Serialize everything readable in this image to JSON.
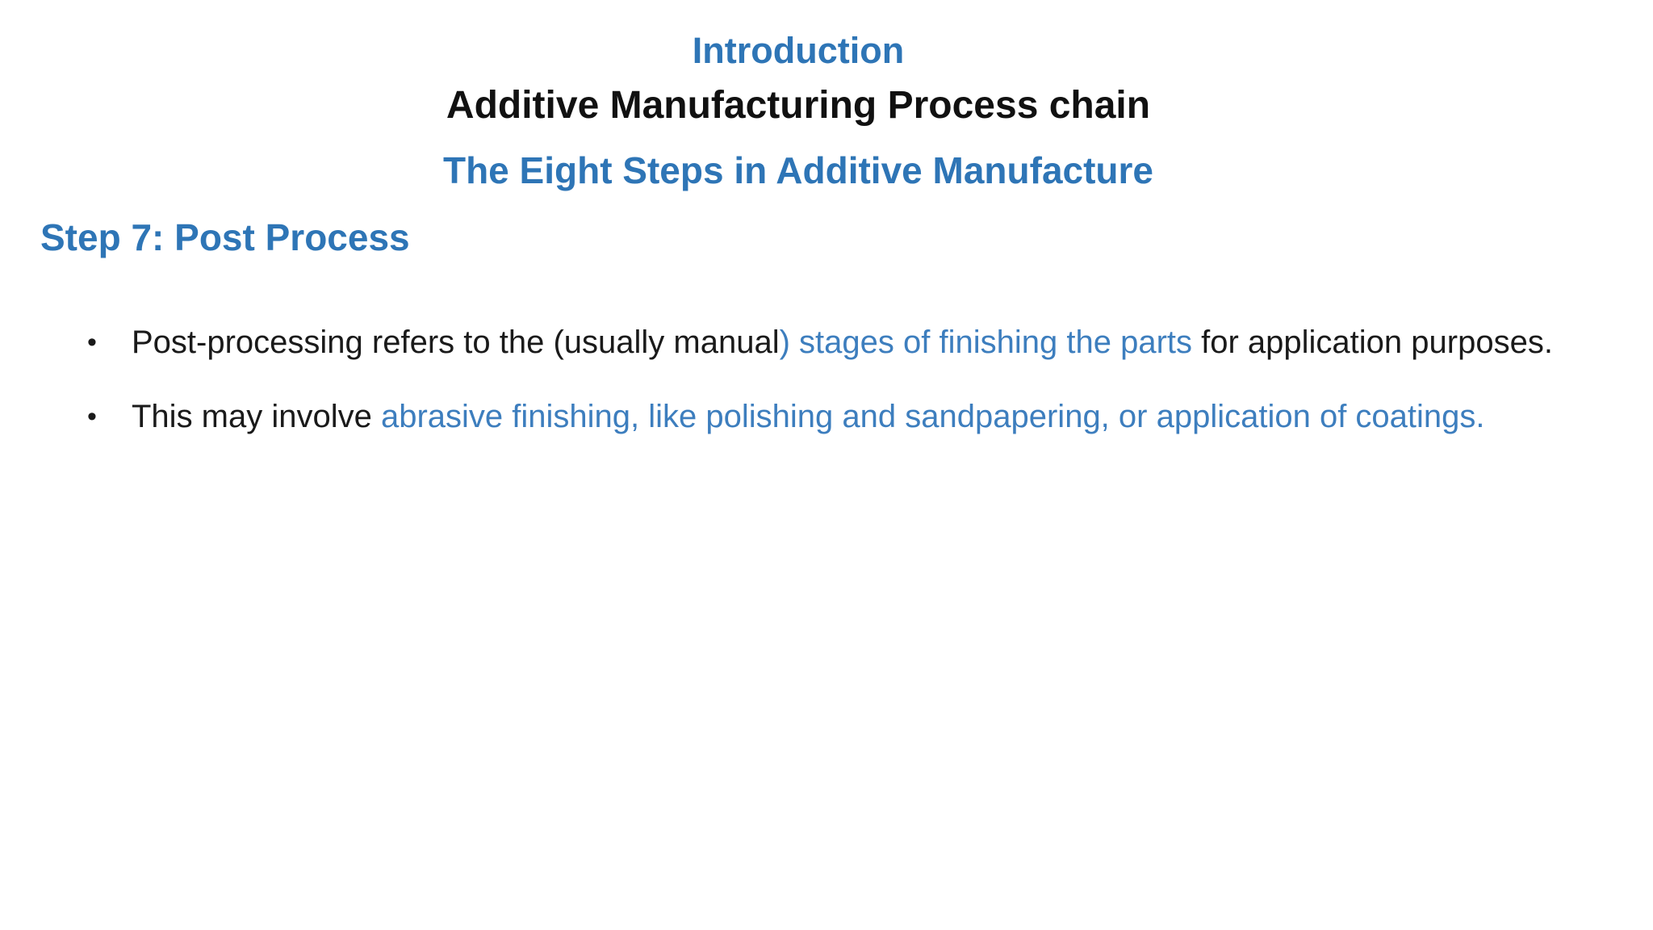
{
  "slide": {
    "title": "Introduction",
    "subtitle": "Additive Manufacturing Process chain",
    "subtitle2": "The Eight Steps in Additive Manufacture",
    "section_heading": "Step 7: Post Process",
    "bullet_glyph": "•",
    "bullets": [
      {
        "segments": [
          {
            "text": "Post-processing refers to the (usually manual",
            "color": "black"
          },
          {
            "text": ") stages of finishing the parts",
            "color": "blue"
          },
          {
            "text": " for application purposes.",
            "color": "black"
          }
        ]
      },
      {
        "segments": [
          {
            "text": "This may involve ",
            "color": "black"
          },
          {
            "text": "abrasive finishing, like polishing and sandpapering, or application of coatings.",
            "color": "blue"
          }
        ]
      }
    ],
    "colors": {
      "heading_blue": "#2E75B6",
      "body_blue": "#3D7EBE",
      "text_black": "#1a1a1a"
    }
  }
}
